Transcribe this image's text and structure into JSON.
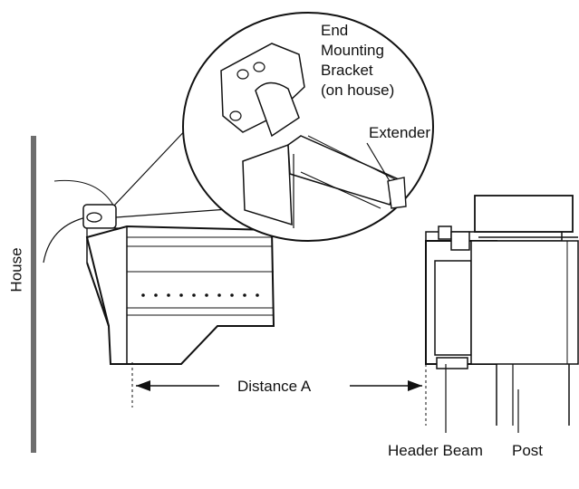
{
  "labels": {
    "end_bracket_line1": "End",
    "end_bracket_line2": "Mounting",
    "end_bracket_line3": "Bracket",
    "end_bracket_line4": "(on house)",
    "extender": "Extender",
    "house": "House",
    "distance": "Distance A",
    "header_beam": "Header Beam",
    "post": "Post"
  },
  "colors": {
    "line": "#111111",
    "wall": "#6e6e6e",
    "shade": "#9a9a9a",
    "background": "#ffffff"
  }
}
